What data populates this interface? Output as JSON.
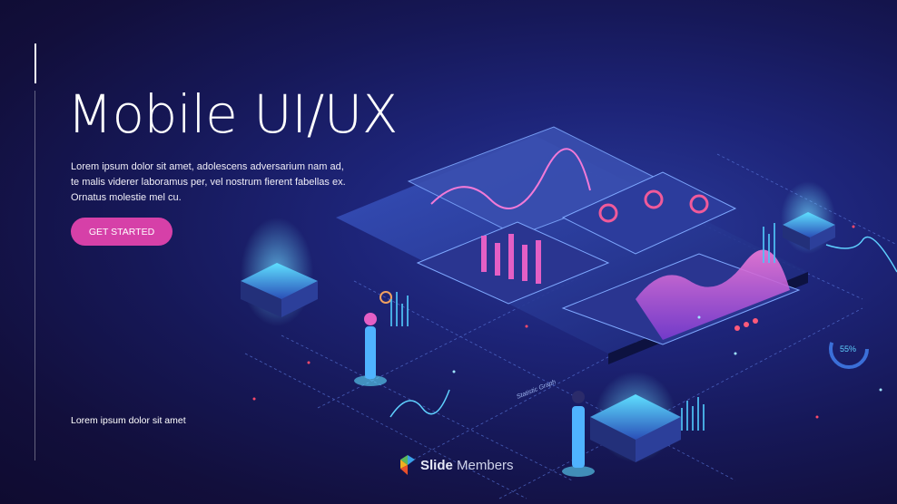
{
  "slide": {
    "title": "Mobile UI/UX",
    "description": "Lorem ipsum dolor sit amet, adolescens adversarium nam ad, te malis viderer laboramus per, vel nostrum fierent fabellas ex. Ornatus molestie mel cu.",
    "cta_label": "GET STARTED",
    "footer_text": "Lorem ipsum dolor sit amet"
  },
  "illustration": {
    "gauge_label": "55%",
    "graph_label": "Statistic Graph"
  },
  "branding": {
    "logo_bold": "Slide",
    "logo_light": "Members"
  },
  "colors": {
    "accent": "#d640a8",
    "background": "#161858",
    "glow": "#4fc3f7"
  }
}
